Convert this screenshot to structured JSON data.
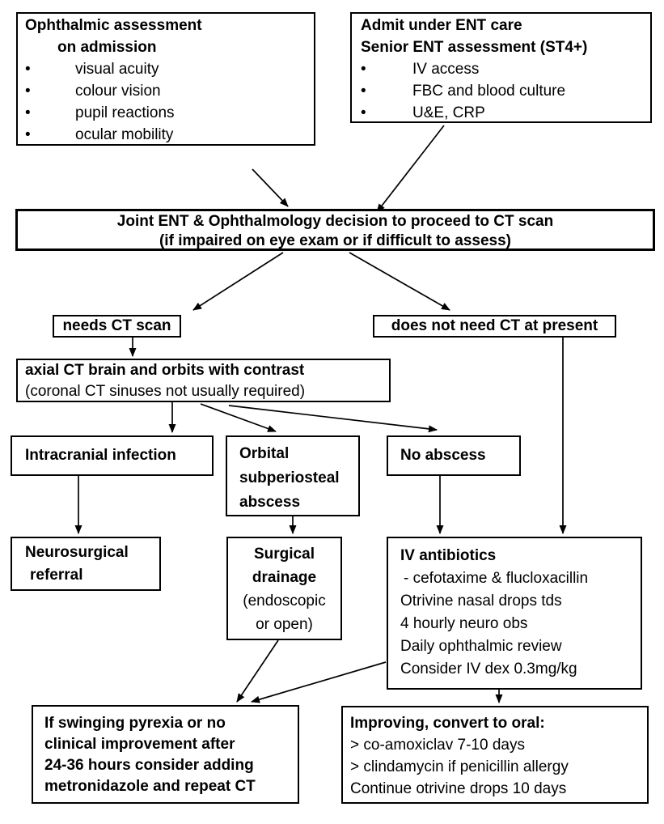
{
  "colors": {
    "ink": "#000000",
    "background": "#ffffff"
  },
  "glyphs": {
    "bullet": "•"
  },
  "boxes": {
    "ophthalmic": {
      "title_line1": "Ophthalmic assessment",
      "title_line2": "on admission",
      "items": [
        "visual acuity",
        "colour vision",
        "pupil reactions",
        "ocular mobility"
      ]
    },
    "ent": {
      "title_line1": "Admit under ENT care",
      "title_line2": "Senior ENT assessment (ST4+)",
      "items": [
        "IV access",
        "FBC and blood culture",
        "U&E, CRP"
      ]
    },
    "joint": {
      "line1": "Joint ENT & Ophthalmology decision to proceed to CT scan",
      "line2": "(if impaired on eye exam or if difficult to assess)"
    },
    "needs_ct": {
      "label": "needs CT scan"
    },
    "no_ct": {
      "label": "does not need CT at present"
    },
    "axial": {
      "line1": "axial CT brain and orbits with contrast",
      "line2": "(coronal CT sinuses not usually required)"
    },
    "intracranial": {
      "label": "Intracranial infection"
    },
    "orbital": {
      "line1": "Orbital",
      "line2": "subperiosteal",
      "line3": "abscess"
    },
    "no_abscess": {
      "label": "No abscess"
    },
    "neuro": {
      "line1": "Neurosurgical",
      "line2": "referral"
    },
    "surgical": {
      "line1": "Surgical",
      "line2": "drainage",
      "line3": "(endoscopic",
      "line4": "or open)"
    },
    "iv": {
      "title": "IV antibiotics",
      "lines": [
        "- cefotaxime & flucloxacillin",
        "Otrivine nasal drops tds",
        "4 hourly neuro obs",
        "Daily ophthalmic review",
        "Consider IV dex 0.3mg/kg"
      ]
    },
    "pyrexia": {
      "lines": [
        "If swinging pyrexia or no",
        "clinical improvement after",
        "24-36 hours consider adding",
        "metronidazole and repeat CT"
      ]
    },
    "improving": {
      "title": "Improving, convert to oral:",
      "lines": [
        "> co-amoxiclav 7-10 days",
        "> clindamycin if penicillin allergy",
        "Continue otrivine drops 10 days"
      ]
    }
  }
}
